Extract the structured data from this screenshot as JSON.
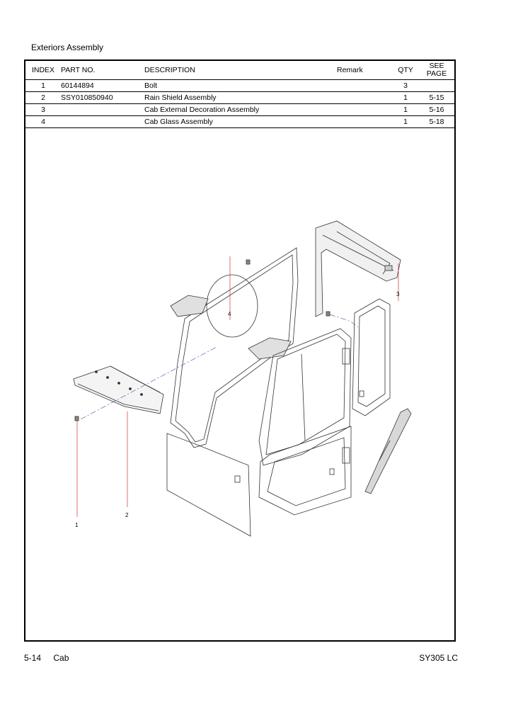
{
  "page": {
    "section_title": "Exteriors Assembly",
    "footer_page": "5-14",
    "footer_chapter": "Cab",
    "footer_model": "SY305 LC"
  },
  "table": {
    "headers": {
      "index": "INDEX",
      "part_no": "PART NO.",
      "description": "DESCRIPTION",
      "remark": "Remark",
      "qty": "QTY",
      "see_page_line1": "SEE",
      "see_page_line2": "PAGE"
    },
    "rows": [
      {
        "index": "1",
        "part_no": "60144894",
        "description": "Bolt",
        "remark": "",
        "qty": "3",
        "see_page": ""
      },
      {
        "index": "2",
        "part_no": "SSY010850940",
        "description": "Rain Shield Assembly",
        "remark": "",
        "qty": "1",
        "see_page": "5-15"
      },
      {
        "index": "3",
        "part_no": "",
        "description": "Cab External Decoration Assembly",
        "remark": "",
        "qty": "1",
        "see_page": "5-16"
      },
      {
        "index": "4",
        "part_no": "",
        "description": "Cab Glass Assembly",
        "remark": "",
        "qty": "1",
        "see_page": "5-18"
      }
    ]
  },
  "drawing": {
    "callouts": [
      "1",
      "2",
      "3",
      "4"
    ],
    "leader_color": "#cc3333"
  }
}
